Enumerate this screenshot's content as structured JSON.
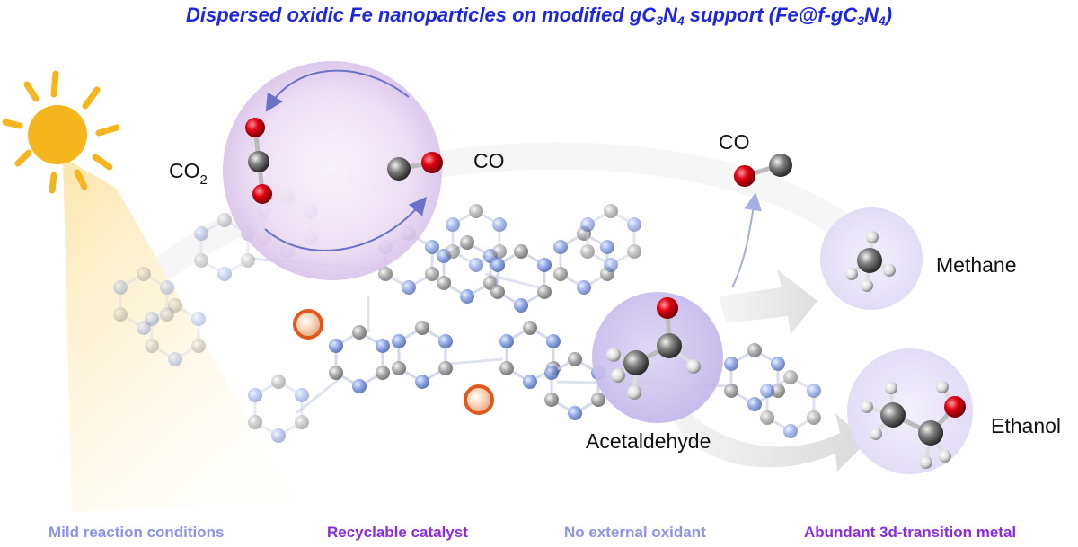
{
  "title": {
    "parts": [
      {
        "t": "Dispersed oxidic Fe nanoparticles on modified gC"
      },
      {
        "t": "3",
        "sub": true
      },
      {
        "t": "N"
      },
      {
        "t": "4",
        "sub": true
      },
      {
        "t": " support (Fe@f-gC"
      },
      {
        "t": "3",
        "sub": true
      },
      {
        "t": "N"
      },
      {
        "t": "4",
        "sub": true
      },
      {
        "t": ")"
      }
    ]
  },
  "labels": {
    "co2_main": "CO",
    "co2_sub": "2",
    "co_cycle": "CO",
    "co_released": "CO",
    "acetaldehyde": "Acetaldehyde",
    "methane": "Methane",
    "ethanol": "Ethanol"
  },
  "features": [
    {
      "text": "Mild reaction conditions",
      "color": "#8a95ea"
    },
    {
      "text": "Recyclable catalyst",
      "color": "#8a2be2"
    },
    {
      "text": "No external oxidant",
      "color": "#8a95ea"
    },
    {
      "text": "Abundant 3d-transition metal",
      "color": "#8a2be2"
    }
  ],
  "colors": {
    "title": "#1d27e0",
    "oxygen": "#e00010",
    "carbon": "#7a7a7a",
    "nitrogen": "#6f8fe0",
    "iron": "#e2571c",
    "sun": "#f5b51d",
    "bubble": "#d9c8f0"
  }
}
